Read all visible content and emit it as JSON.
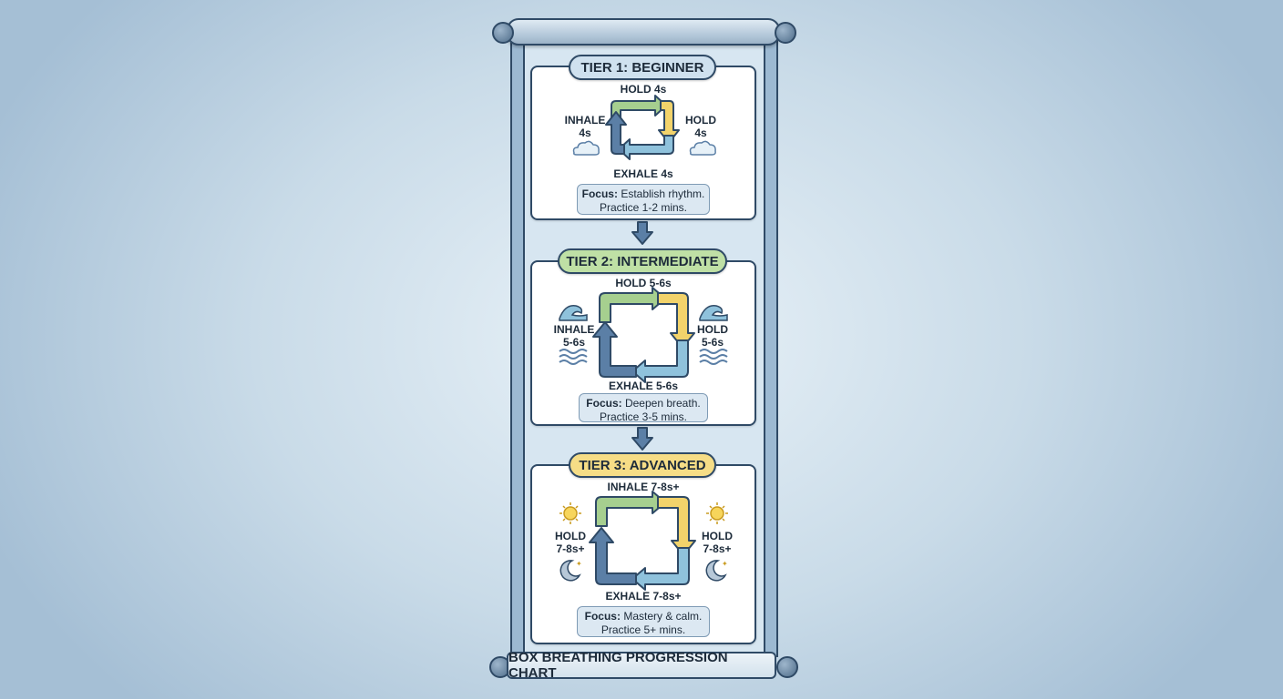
{
  "title": "BOX BREATHING PROGRESSION CHART",
  "colors": {
    "inhale": "#5b7fa6",
    "hold_top": "#a6cf8f",
    "hold_right": "#f2d36b",
    "exhale": "#8fc2dc",
    "outline": "#2f4a66"
  },
  "tiers": [
    {
      "label": "TIER 1: BEGINNER",
      "pill_color": "#cfe1ef",
      "top": "HOLD 4s",
      "left_line1": "INHALE",
      "left_line2": "4s",
      "right_line1": "HOLD",
      "right_line2": "4s",
      "bottom": "EXHALE 4s",
      "focus_label": "Focus:",
      "focus_text": "Establish rhythm.",
      "practice": "Practice 1-2 mins.",
      "side_icon": "cloud-icon"
    },
    {
      "label": "TIER 2: INTERMEDIATE",
      "pill_color": "#bfe0a5",
      "top": "HOLD 5-6s",
      "left_line1": "INHALE",
      "left_line2": "5-6s",
      "right_line1": "HOLD",
      "right_line2": "5-6s",
      "bottom": "EXHALE 5-6s",
      "focus_label": "Focus:",
      "focus_text": "Deepen breath.",
      "practice": "Practice 3-5 mins.",
      "side_icon": "wave-icon"
    },
    {
      "label": "TIER 3: ADVANCED",
      "pill_color": "#f6dd86",
      "top": "INHALE 7-8s+",
      "left_line1": "HOLD",
      "left_line2": "7-8s+",
      "right_line1": "HOLD",
      "right_line2": "7-8s+",
      "bottom": "EXHALE 7-8s+",
      "focus_label": "Focus:",
      "focus_text": "Mastery & calm.",
      "practice": "Practice 5+ mins.",
      "side_icon": "sun-moon-icon"
    }
  ]
}
